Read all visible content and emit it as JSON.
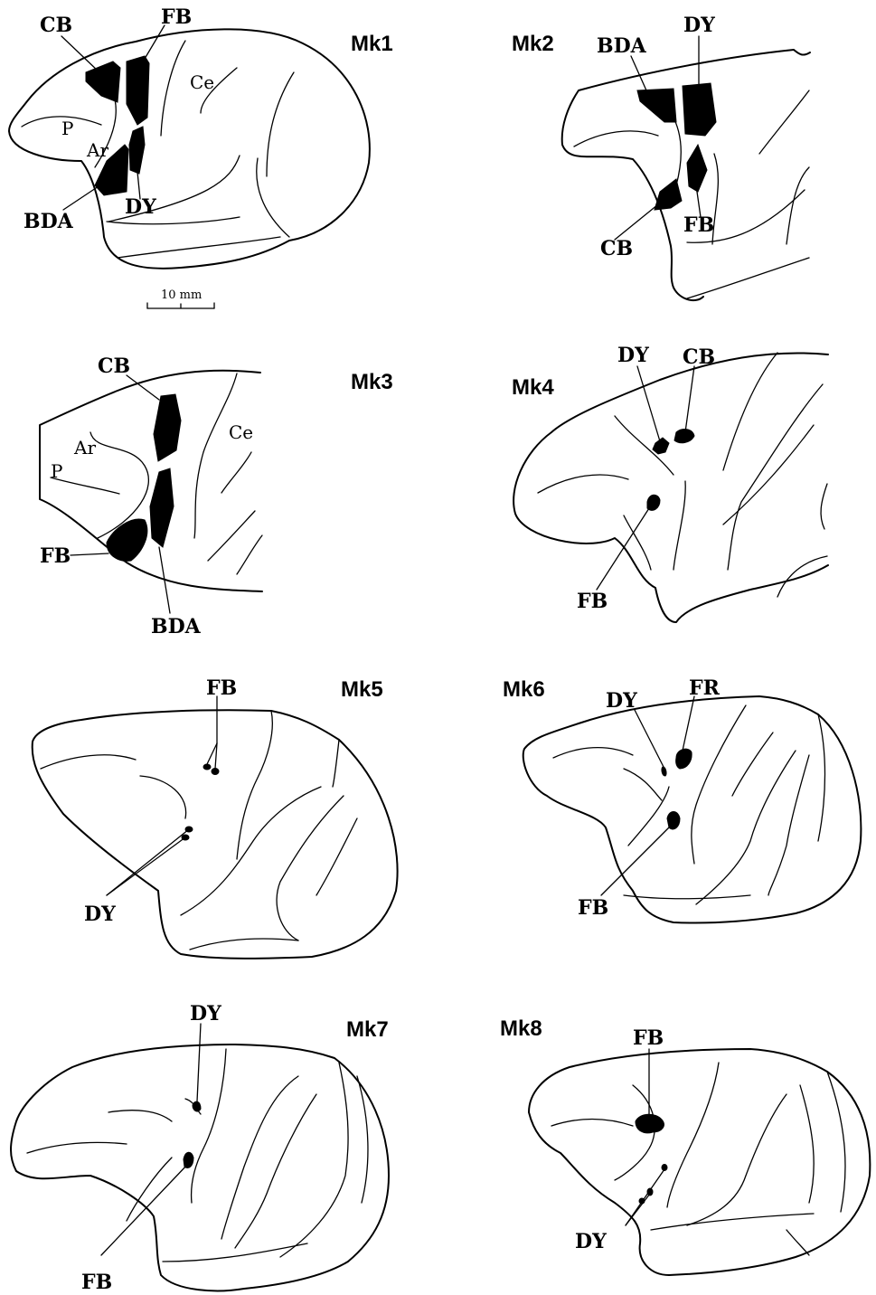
{
  "panels": [
    {
      "id": "Mk1",
      "case_label": "Mk1",
      "tracer_labels": {
        "cb": "CB",
        "fb": "FB",
        "bda": "BDA",
        "dy": "DY"
      },
      "sulcus_labels": {
        "p": "P",
        "ar": "Ar",
        "ce": "Ce"
      },
      "scale_bar": "10 mm"
    },
    {
      "id": "Mk2",
      "case_label": "Mk2",
      "tracer_labels": {
        "bda": "BDA",
        "dy": "DY",
        "fb": "FB",
        "cb": "CB"
      }
    },
    {
      "id": "Mk3",
      "case_label": "Mk3",
      "tracer_labels": {
        "cb": "CB",
        "fb": "FB",
        "bda": "BDA"
      },
      "sulcus_labels": {
        "ar": "Ar",
        "p": "P",
        "ce": "Ce"
      }
    },
    {
      "id": "Mk4",
      "case_label": "Mk4",
      "tracer_labels": {
        "dy": "DY",
        "cb": "CB",
        "fb": "FB"
      }
    },
    {
      "id": "Mk5",
      "case_label": "Mk5",
      "tracer_labels": {
        "fb": "FB",
        "dy": "DY"
      }
    },
    {
      "id": "Mk6",
      "case_label": "Mk6",
      "tracer_labels": {
        "dy": "DY",
        "fr": "FR",
        "fb": "FB"
      }
    },
    {
      "id": "Mk7",
      "case_label": "Mk7",
      "tracer_labels": {
        "dy": "DY",
        "fb": "FB"
      }
    },
    {
      "id": "Mk8",
      "case_label": "Mk8",
      "tracer_labels": {
        "fb": "FB",
        "dy": "DY"
      }
    }
  ]
}
